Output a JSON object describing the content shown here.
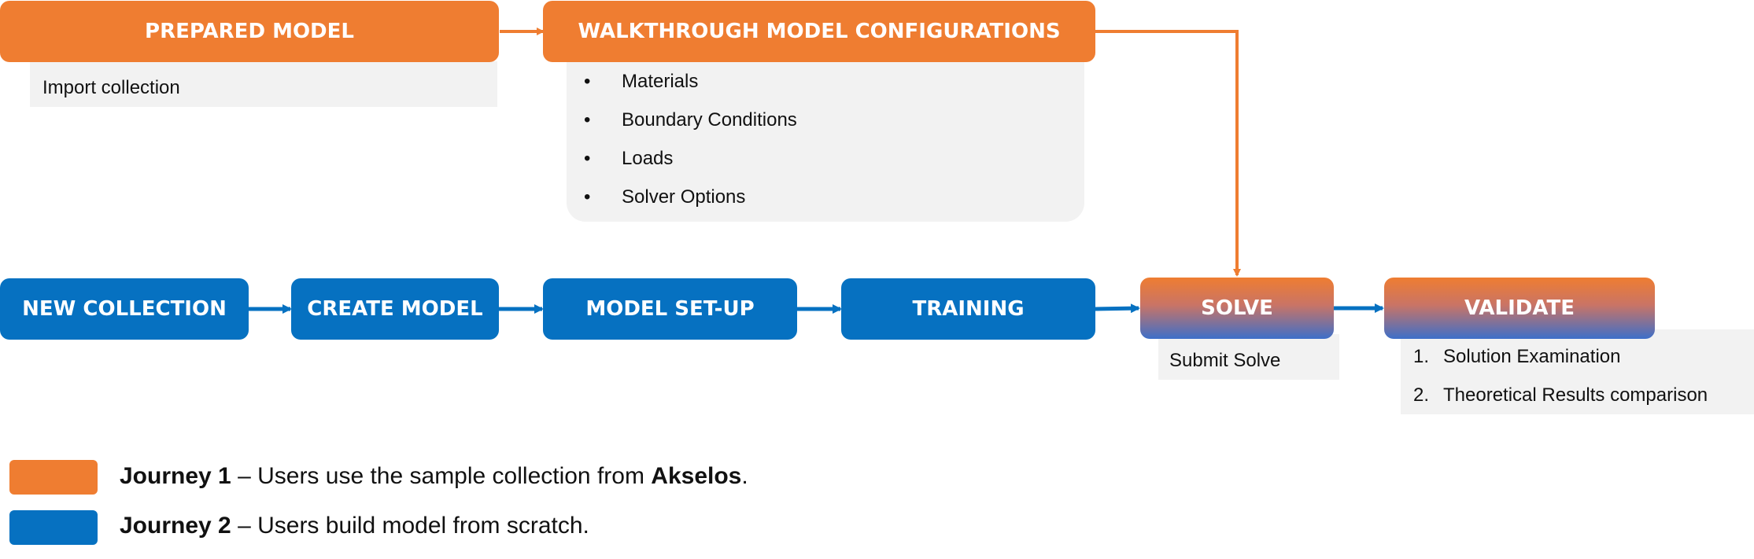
{
  "boxes": {
    "prepared_model": "PREPARED MODEL",
    "walkthrough": "WALKTHROUGH MODEL CONFIGURATIONS",
    "new_collection": "NEW COLLECTION",
    "create_model": "CREATE MODEL",
    "model_setup": "MODEL SET-UP",
    "training": "TRAINING",
    "solve": "SOLVE",
    "validate": "VALIDATE"
  },
  "notes": {
    "prepared_model": "Import collection",
    "walkthrough_bullet": "•",
    "walkthrough_items": [
      "Materials",
      "Boundary Conditions",
      "Loads",
      "Solver Options"
    ],
    "solve": "Submit Solve",
    "validate_items": [
      {
        "num": "1.",
        "text": "Solution Examination"
      },
      {
        "num": "2.",
        "text": "Theoretical Results comparison"
      }
    ]
  },
  "legend": {
    "journey1": {
      "label": "Journey 1",
      "text": " – Users use the sample collection from ",
      "brand": "Akselos",
      "end": "."
    },
    "journey2": {
      "label": "Journey 2",
      "text": " – Users build model from scratch."
    }
  },
  "colors": {
    "orange": "#ef7d31",
    "blue": "#0671c1",
    "panel": "#f2f2f2"
  }
}
